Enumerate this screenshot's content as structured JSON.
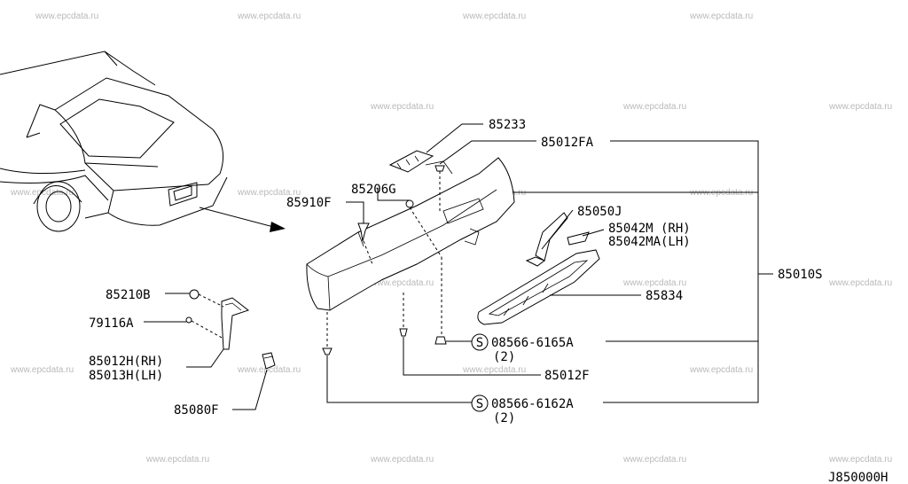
{
  "watermark": "www.epcdata.ru",
  "diagram_code": "J850000H",
  "labels": {
    "p85233": "85233",
    "p85012FA": "85012FA",
    "p85206G": "85206G",
    "p85910F": "85910F",
    "p85050J": "85050J",
    "p85042M": "85042M (RH)",
    "p85042MA": "85042MA(LH)",
    "p85010S": "85010S",
    "p85834": "85834",
    "p85210B": "85210B",
    "p79116A": "79116A",
    "p85012H": "85012H(RH)",
    "p85013H": "85013H(LH)",
    "p85080F": "85080F",
    "p08566_6165A": "08566-6165A",
    "p08566_6165A_qty": "(2)",
    "p85012F": "85012F",
    "p08566_6162A": "08566-6162A",
    "p08566_6162A_qty": "(2)",
    "s_symbol_1": "S",
    "s_symbol_2": "S"
  }
}
